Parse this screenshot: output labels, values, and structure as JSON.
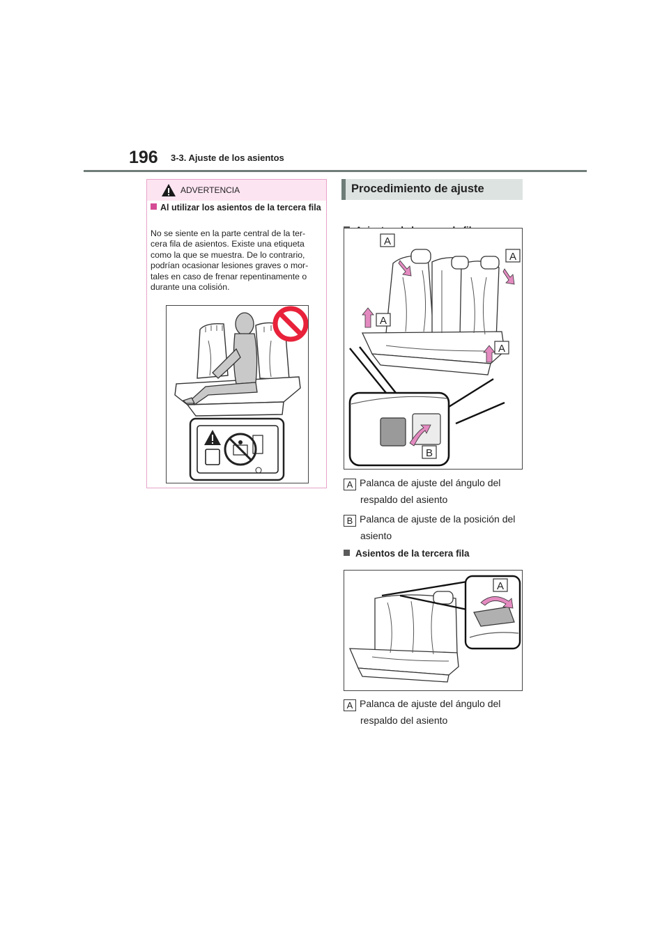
{
  "header": {
    "page_number": "196",
    "section": "3-3. Ajuste de los asientos"
  },
  "warning": {
    "label": "ADVERTENCIA",
    "subheading": "Al utilizar los asientos de la tercera fila",
    "lines": [
      "No se siente en la parte central de la ter-",
      "cera fila de asientos. Existe una etiqueta",
      "como la que se muestra. De lo contrario,",
      "podrían ocasionar lesiones graves o mor-",
      "tales en caso de frenar repentinamente o",
      "durante una colisión."
    ]
  },
  "procedure": {
    "title": "Procedimiento de ajuste",
    "second_row": {
      "heading": "Asientos de la segunda fila",
      "figure_callouts": [
        "A",
        "A",
        "A",
        "A",
        "B"
      ],
      "legend": [
        {
          "key": "A",
          "line1": "Palanca de ajuste del ángulo del",
          "line2": "respaldo del asiento"
        },
        {
          "key": "B",
          "line1": "Palanca de ajuste de la posición del",
          "line2": "asiento"
        }
      ]
    },
    "third_row": {
      "heading": "Asientos de la tercera fila",
      "figure_callouts": [
        "A"
      ],
      "legend": [
        {
          "key": "A",
          "line1": "Palanca de ajuste del ángulo del",
          "line2": "respaldo del asiento"
        }
      ]
    }
  },
  "colors": {
    "warning_pink": "#fde4f1",
    "warning_border": "#e8a3c9",
    "accent_pink": "#d44c95",
    "header_grey": "#6f7d78",
    "proc_bg": "#dde3e0",
    "prohibit_red": "#e8223a",
    "arrow_pink": "#e38ac0"
  }
}
